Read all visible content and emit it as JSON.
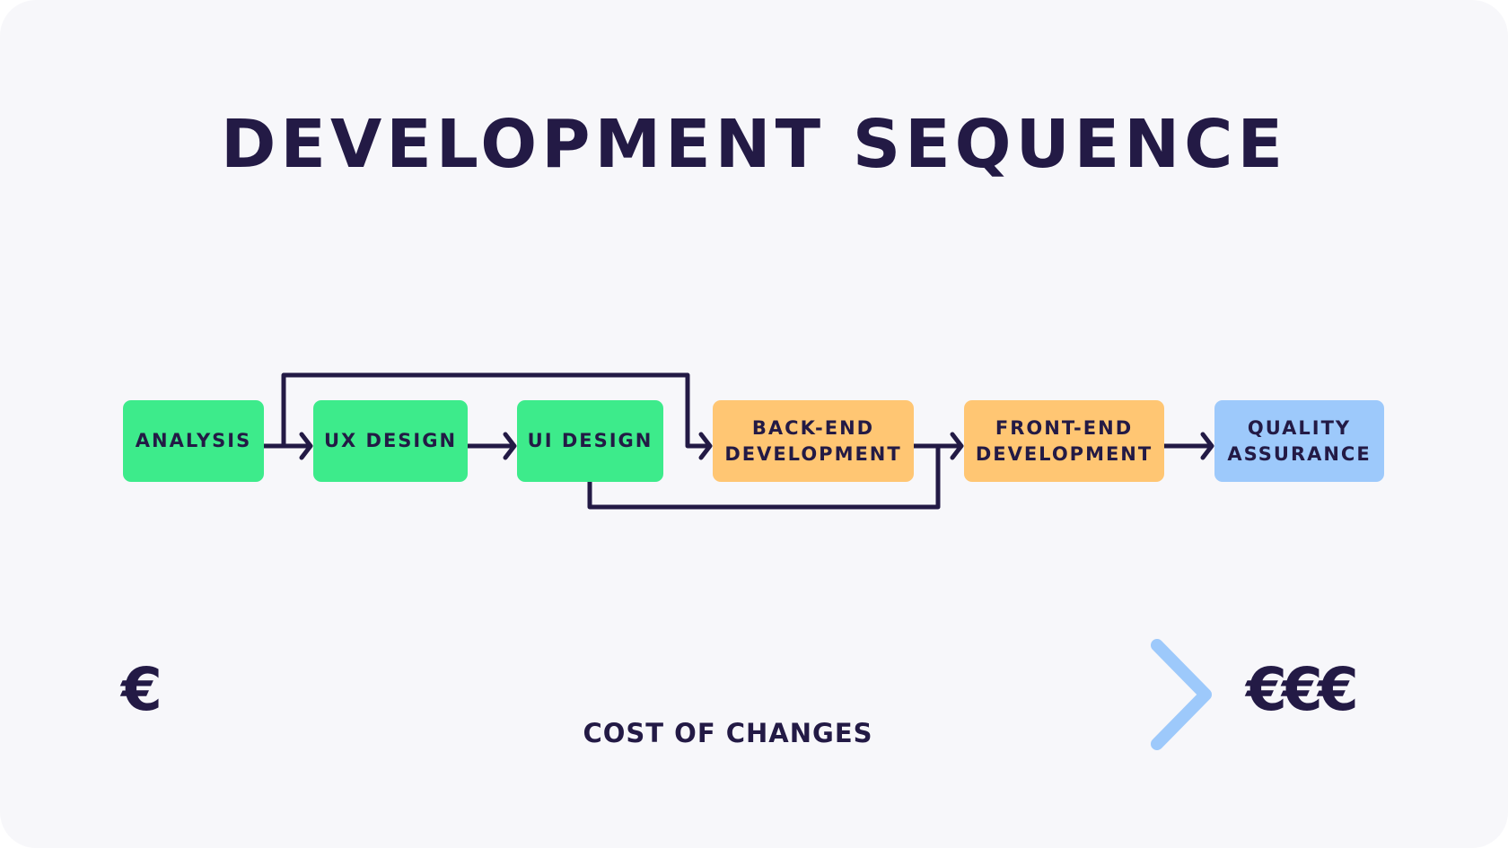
{
  "title": "DEVELOPMENT SEQUENCE",
  "steps": [
    {
      "label": "ANALYSIS",
      "color": "#3deb8b"
    },
    {
      "label": "UX DESIGN",
      "color": "#3deb8b"
    },
    {
      "label": "UI DESIGN",
      "color": "#3deb8b"
    },
    {
      "label": "BACK-END DEVELOPMENT",
      "color": "#ffc673"
    },
    {
      "label": "FRONT-END DEVELOPMENT",
      "color": "#ffc673"
    },
    {
      "label": "QUALITY ASSURANCE",
      "color": "#9dc9fb"
    }
  ],
  "cost": {
    "low": "€",
    "high": "€€€",
    "label": "COST OF CHANGES"
  }
}
